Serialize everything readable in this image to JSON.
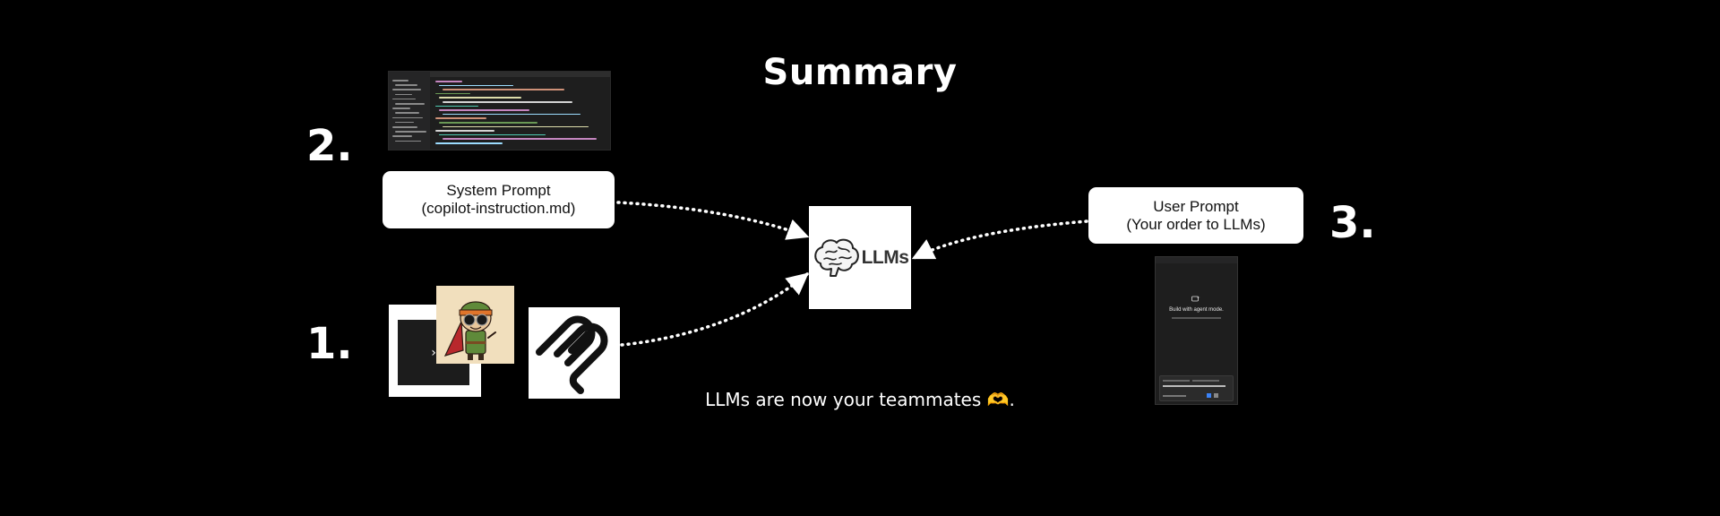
{
  "title": "Summary",
  "steps": {
    "one": "1.",
    "two": "2.",
    "three": "3."
  },
  "system_prompt": {
    "line1": "System Prompt",
    "line2": "(copilot-instruction.md)"
  },
  "user_prompt": {
    "line1": "User Prompt",
    "line2": "(Your order to LLMs)"
  },
  "llm_label": "LLMs",
  "caption": "LLMs are now your teammates 🫶.",
  "agent_panel": {
    "heading": "Build with agent mode."
  },
  "terminal_prompt": "›",
  "colors": {
    "background": "#000000",
    "box": "#ffffff",
    "arrow": "#ffffff",
    "agent_accent": "#3b82f6"
  }
}
